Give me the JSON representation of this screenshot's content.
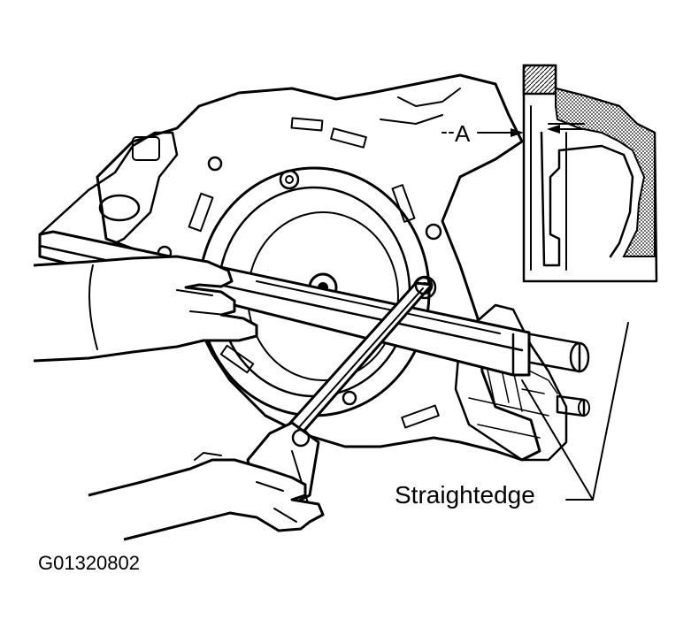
{
  "labels": {
    "dimension_letter": "A",
    "tool_name": "Straightedge",
    "figure_id": "G01320802"
  },
  "colors": {
    "ink": "#000000",
    "background": "#ffffff"
  }
}
